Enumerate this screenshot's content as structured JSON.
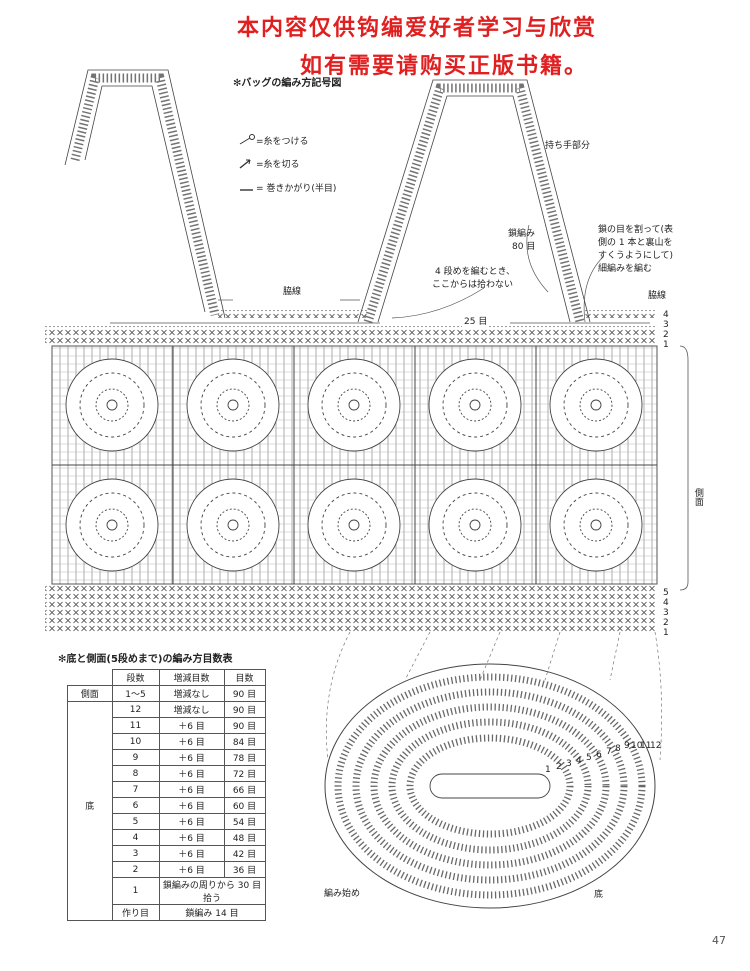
{
  "watermark": {
    "line1": "本内容仅供钩编爱好者学习与欣赏",
    "line2": "如有需要请购买正版书籍。",
    "color": "#e02020"
  },
  "bag_chart": {
    "title": "✻バッグの編み方記号図",
    "legend": {
      "attach": "=糸をつける",
      "cut": "=糸を切る",
      "whip": "= 巻きかがり(半目)"
    },
    "handle_label": "持ち手部分",
    "chain_label_1": "鎖編み",
    "chain_label_2": "80 目",
    "note_row4_1": "4 段めを編むとき、",
    "note_row4_2": "ここからは拾わない",
    "note_right_1": "鎖の目を割って(表",
    "note_right_2": "側の 1 本と裏山を",
    "note_right_3": "すくうようにして)",
    "note_right_4": "細編みを編む",
    "side_seam_left": "脇線",
    "side_seam_right": "脇線",
    "stitch_count_label": "25 目",
    "side_label": "側面",
    "top_rows": [
      "4",
      "3",
      "2",
      "1"
    ],
    "bottom_rows": [
      "5",
      "4",
      "3",
      "2",
      "1"
    ],
    "base_start": "編み始め",
    "base_label": "底",
    "base_rows": [
      "1",
      "2",
      "3",
      "4",
      "5",
      "6",
      "7",
      "8",
      "9",
      "10",
      "11",
      "12"
    ]
  },
  "count_table": {
    "title": "✻底と側面(5段めまで)の編み方目数表",
    "headers": [
      "段数",
      "増減目数",
      "目数"
    ],
    "rows": [
      {
        "section": "側面",
        "row": "1〜5",
        "change": "増減なし",
        "count": "90 目"
      },
      {
        "section": "",
        "row": "12",
        "change": "増減なし",
        "count": "90 目"
      },
      {
        "section": "",
        "row": "11",
        "change": "＋6 目",
        "count": "90 目"
      },
      {
        "section": "",
        "row": "10",
        "change": "＋6 目",
        "count": "84 目"
      },
      {
        "section": "",
        "row": "9",
        "change": "＋6 目",
        "count": "78 目"
      },
      {
        "section": "",
        "row": "8",
        "change": "＋6 目",
        "count": "72 目"
      },
      {
        "section": "",
        "row": "7",
        "change": "＋6 目",
        "count": "66 目"
      },
      {
        "section": "底",
        "row": "6",
        "change": "＋6 目",
        "count": "60 目"
      },
      {
        "section": "",
        "row": "5",
        "change": "＋6 目",
        "count": "54 目"
      },
      {
        "section": "",
        "row": "4",
        "change": "＋6 目",
        "count": "48 目"
      },
      {
        "section": "",
        "row": "3",
        "change": "＋6 目",
        "count": "42 目"
      },
      {
        "section": "",
        "row": "2",
        "change": "＋6 目",
        "count": "36 目"
      },
      {
        "section": "",
        "row": "1",
        "change": "鎖編みの周りから 30 目拾う",
        "count": ""
      },
      {
        "section": "",
        "row": "作り目",
        "change": "鎖編み 14 目",
        "count": ""
      }
    ]
  },
  "page_number": "47"
}
